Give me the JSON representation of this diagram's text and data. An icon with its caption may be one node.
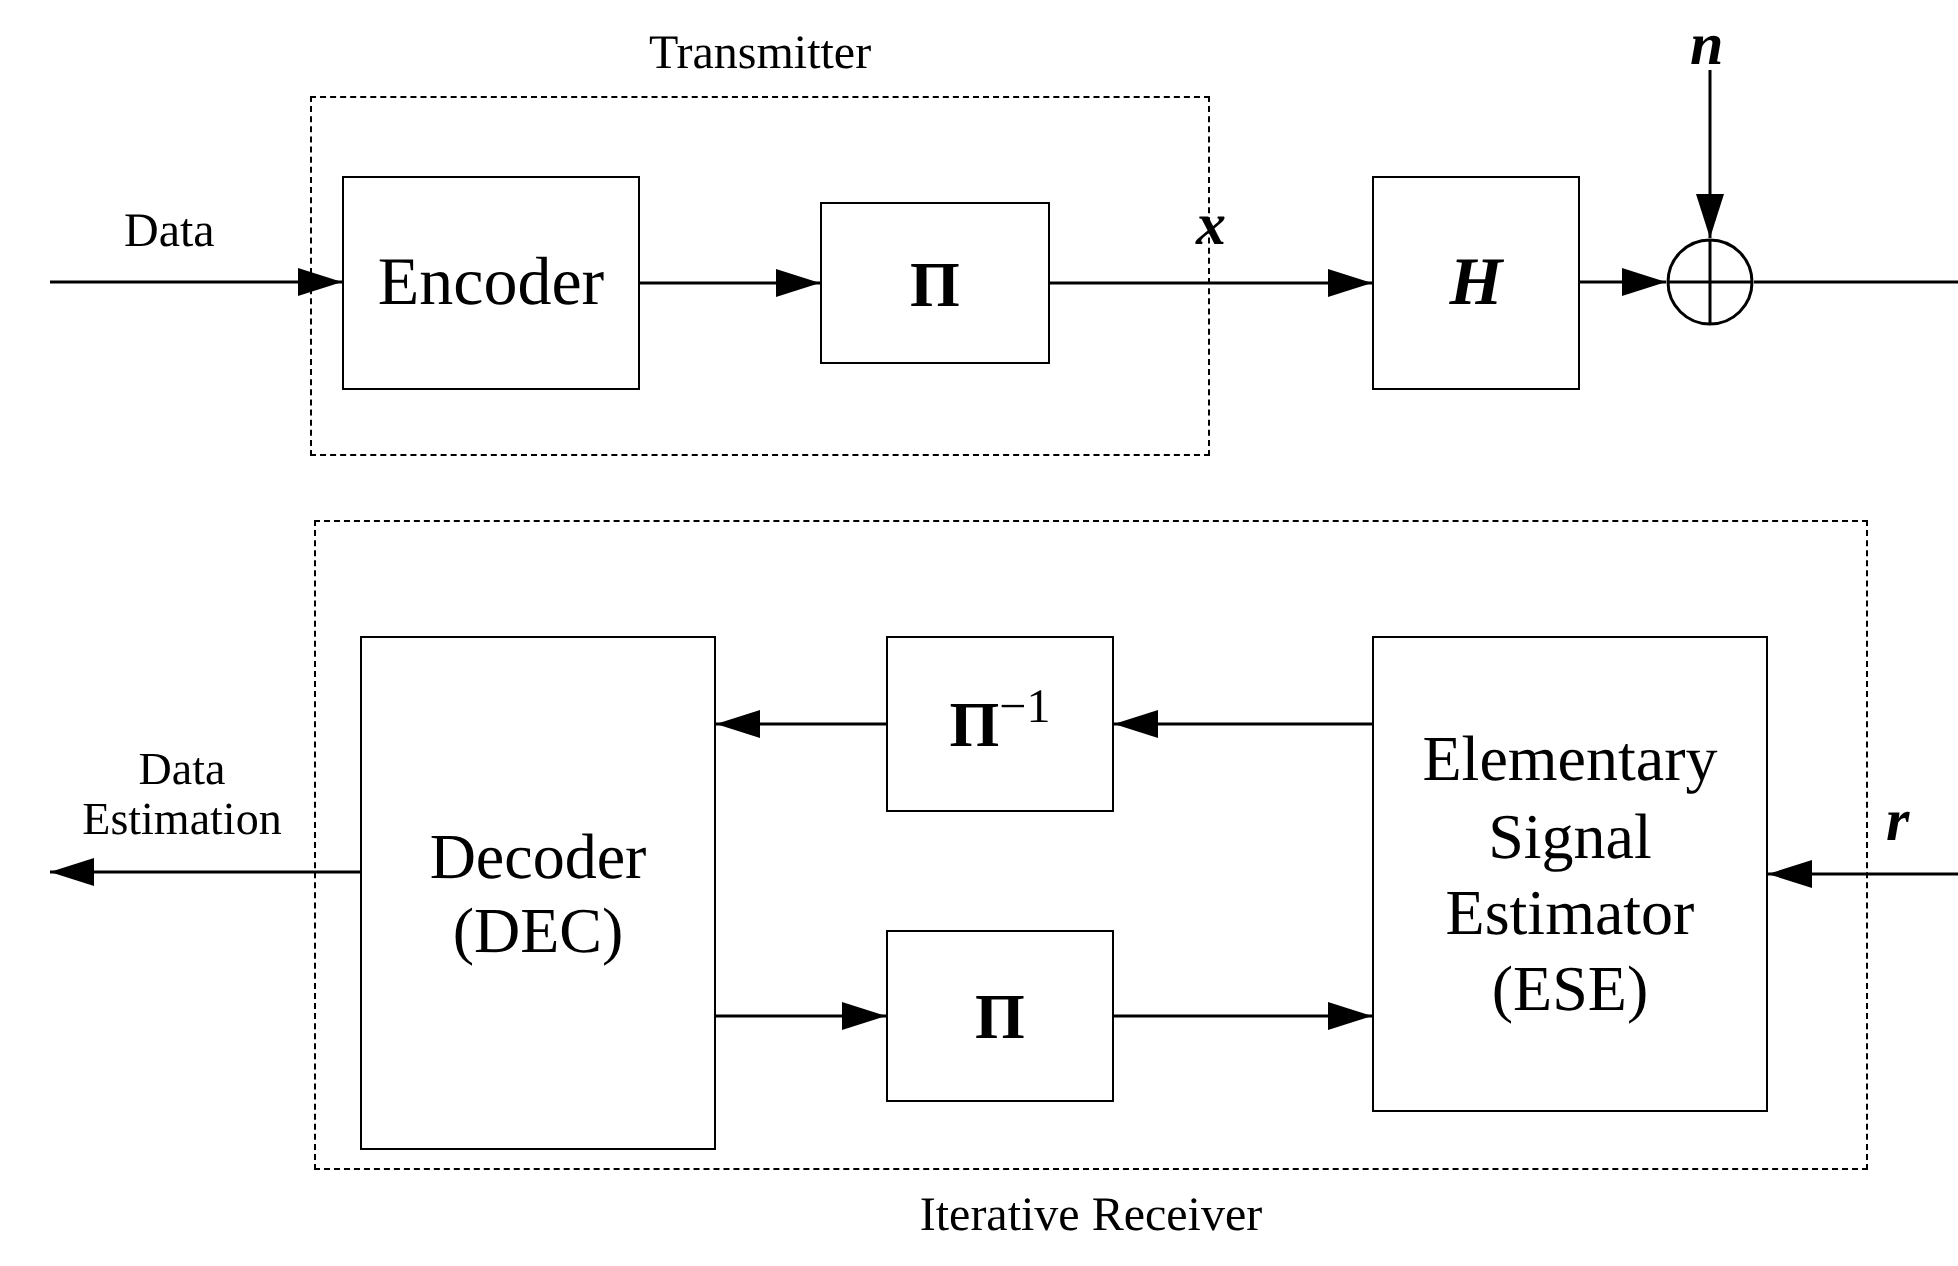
{
  "diagram": {
    "nodes": [
      {
        "text": [
          "Transmitter"
        ]
      },
      {
        "text": [
          "Encoder"
        ],
        "in": 0
      },
      {
        "text": [
          "Π"
        ],
        "in": 0
      },
      {
        "text": [
          "H"
        ]
      },
      {
        "text": [],
        "shape": "circle"
      },
      {
        "text": [
          "Iterative Receiver"
        ]
      },
      {
        "text": [
          "Decoder (DEC)"
        ],
        "in": 5
      },
      {
        "text": [
          "**Π**$^{−1}$"
        ],
        "in": 5
      },
      {
        "text": [
          "Π"
        ],
        "in": 5
      },
      {
        "text": [
          "Elementary Signal Estimator (ESE)"
        ],
        "in": 5
      }
    ],
    "edges": [
      {
        "from": null,
        "to": 1,
        "arrow": "to",
        "label": "Data"
      },
      {
        "from": 1,
        "to": 2,
        "arrow": "to"
      },
      {
        "from": 2,
        "to": 3,
        "arrow": "to",
        "label": "x"
      },
      {
        "from": 3,
        "to": 4,
        "arrow": "to"
      },
      {
        "from": null,
        "to": 4,
        "arrow": "to",
        "label": "n"
      },
      {
        "from": 4,
        "to": null,
        "arrow": "none"
      },
      {
        "from": 9,
        "to": 7,
        "arrow": "to"
      },
      {
        "from": 7,
        "to": 6,
        "arrow": "to"
      },
      {
        "from": 6,
        "to": 8,
        "arrow": "to"
      },
      {
        "from": 8,
        "to": 9,
        "arrow": "to"
      },
      {
        "from": null,
        "to": 9,
        "arrow": "to",
        "label": "r"
      },
      {
        "from": 6,
        "to": null,
        "arrow": "to",
        "label": "Data Estimation"
      }
    ]
  }
}
